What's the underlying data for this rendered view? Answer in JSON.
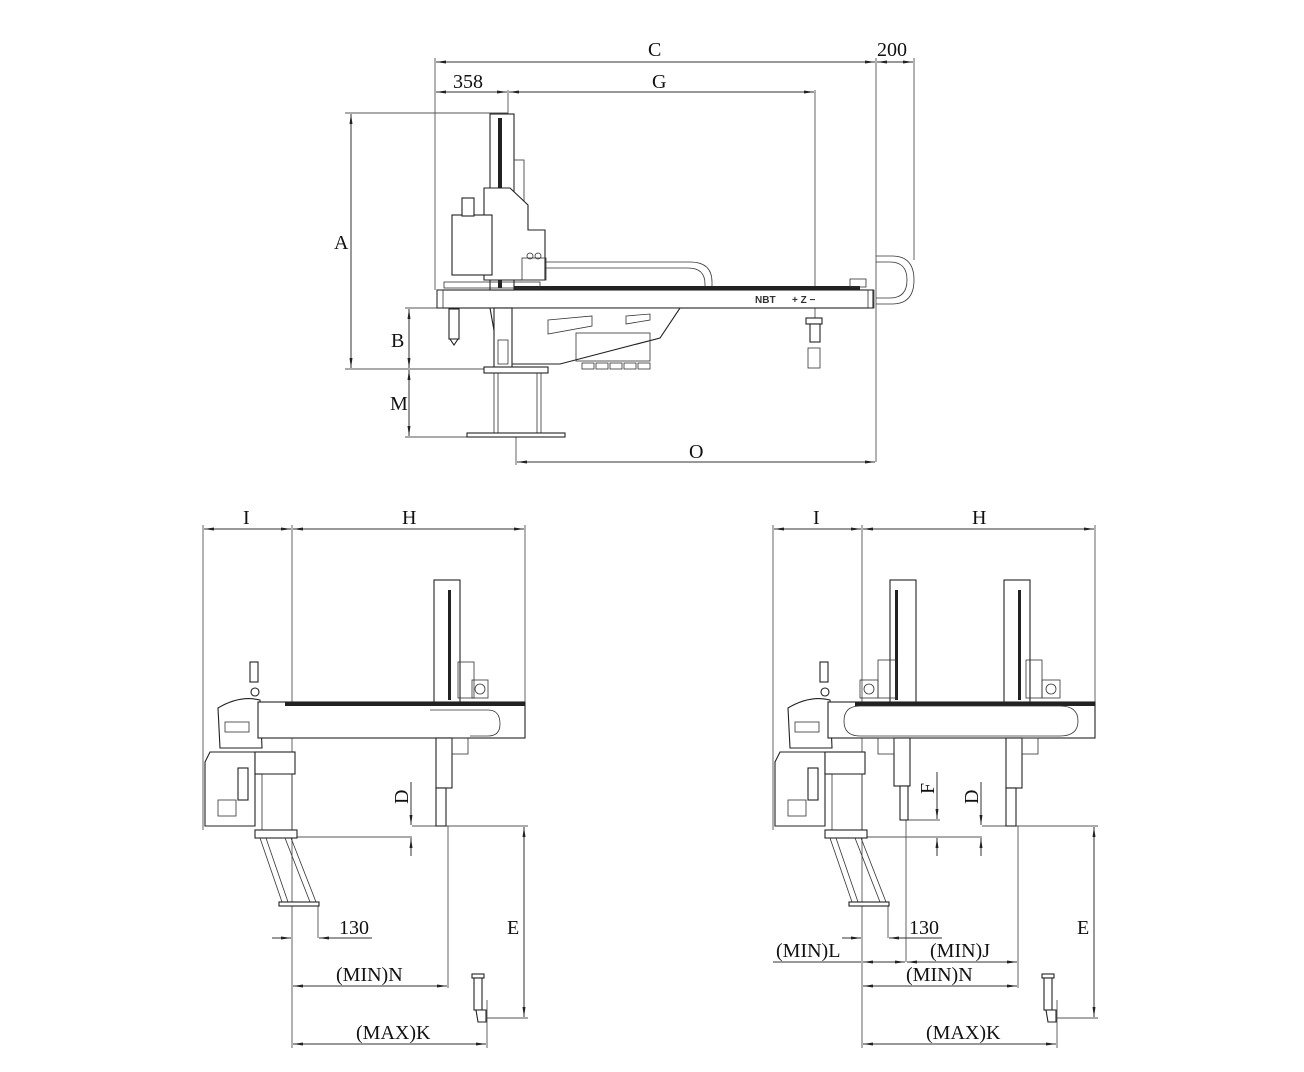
{
  "drawing": {
    "type": "technical-dimension-drawing",
    "subject": "Traverse injection molding robot (top view + two side views)"
  },
  "top_view": {
    "dims": {
      "C": "C",
      "d200": "200",
      "d358": "358",
      "G": "G",
      "A": "A",
      "B": "B",
      "M": "M",
      "O": "O"
    },
    "beam_marking": "NBT",
    "axis_marking": "+ Z −"
  },
  "side_view_single": {
    "dims": {
      "I": "I",
      "H": "H",
      "D": "D",
      "E": "E",
      "d130": "130",
      "min_n": "(MIN)N",
      "max_k": "(MAX)K"
    }
  },
  "side_view_double": {
    "dims": {
      "I": "I",
      "H": "H",
      "D": "D",
      "F": "F",
      "E": "E",
      "d130": "130",
      "min_l": "(MIN)L",
      "min_j": "(MIN)J",
      "min_n": "(MIN)N",
      "max_k": "(MAX)K"
    }
  }
}
